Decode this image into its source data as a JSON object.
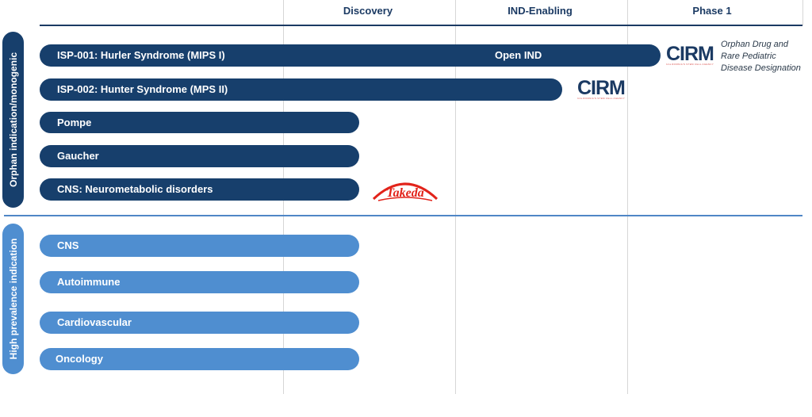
{
  "columns": [
    {
      "label": "Discovery"
    },
    {
      "label": "IND-Enabling"
    },
    {
      "label": "Phase 1"
    }
  ],
  "groups": {
    "orphan": {
      "label": "Orphan indication/monogenic"
    },
    "prevalence": {
      "label": "High prevalence indication"
    }
  },
  "programs": [
    {
      "label": "ISP-001: Hurler Syndrome (MIPS I)",
      "status": "Open IND",
      "progress_stage": "Phase 1",
      "partner": "CIRM"
    },
    {
      "label": "ISP-002: Hunter Syndrome (MPS II)",
      "progress_stage": "IND-Enabling",
      "partner": "CIRM"
    },
    {
      "label": "Pompe",
      "progress_stage": "Discovery"
    },
    {
      "label": "Gaucher",
      "progress_stage": "Discovery"
    },
    {
      "label": "CNS: Neurometabolic disorders",
      "progress_stage": "Discovery",
      "partner": "Takeda"
    },
    {
      "label": "CNS",
      "progress_stage": "Discovery"
    },
    {
      "label": "Autoimmune",
      "progress_stage": "Discovery"
    },
    {
      "label": "Cardiovascular",
      "progress_stage": "Discovery"
    },
    {
      "label": "Oncology",
      "progress_stage": "Discovery"
    }
  ],
  "logos": {
    "cirm_text": "CIRM",
    "cirm_tagline": "CALIFORNIA'S STEM CELL AGENCY",
    "takeda_text": "Takeda"
  },
  "designation_note": [
    "Orphan Drug and",
    "Rare Pediatric",
    "Disease Designation"
  ],
  "colors": {
    "dark_navy": "#173f6c",
    "light_blue": "#4f8ed0",
    "grid_line": "#d6d6d6",
    "takeda_red": "#e2231a"
  }
}
